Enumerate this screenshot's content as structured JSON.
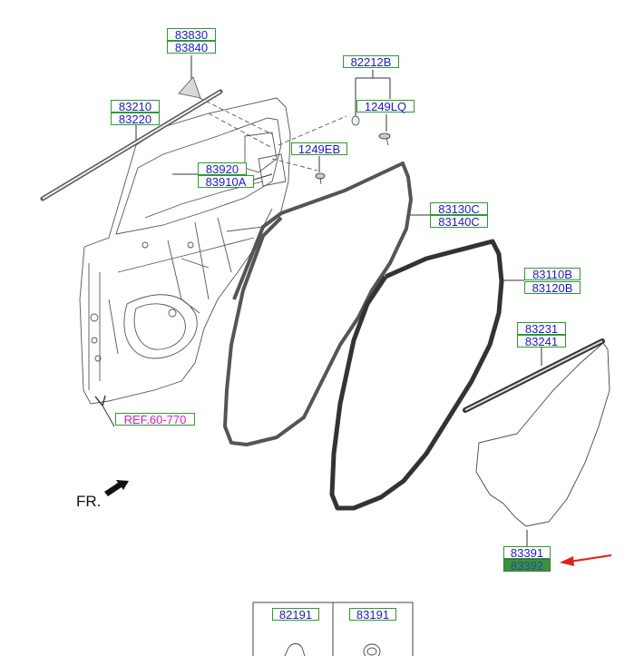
{
  "labels": {
    "p83830": "83830",
    "p83840": "83840",
    "p83210": "83210",
    "p83220": "83220",
    "p82212B": "82212B",
    "p1249LQ": "1249LQ",
    "p1249EB": "1249EB",
    "p83920": "83920",
    "p83910A": "83910A",
    "p83130C": "83130C",
    "p83140C": "83140C",
    "p83110B": "83110B",
    "p83120B": "83120B",
    "p83231": "83231",
    "p83241": "83241",
    "p83391": "83391",
    "p83392": "83392",
    "p82191": "82191",
    "p83191": "83191",
    "ref": "REF.60-770"
  },
  "direction_label": "FR.",
  "colors": {
    "label_text": "#1a1acc",
    "label_border": "#2e9a2e",
    "highlight_fill": "#3f8f3f",
    "ref_text": "#cc22cc",
    "pointer_arrow": "#e02020"
  },
  "highlighted_part": "83392"
}
